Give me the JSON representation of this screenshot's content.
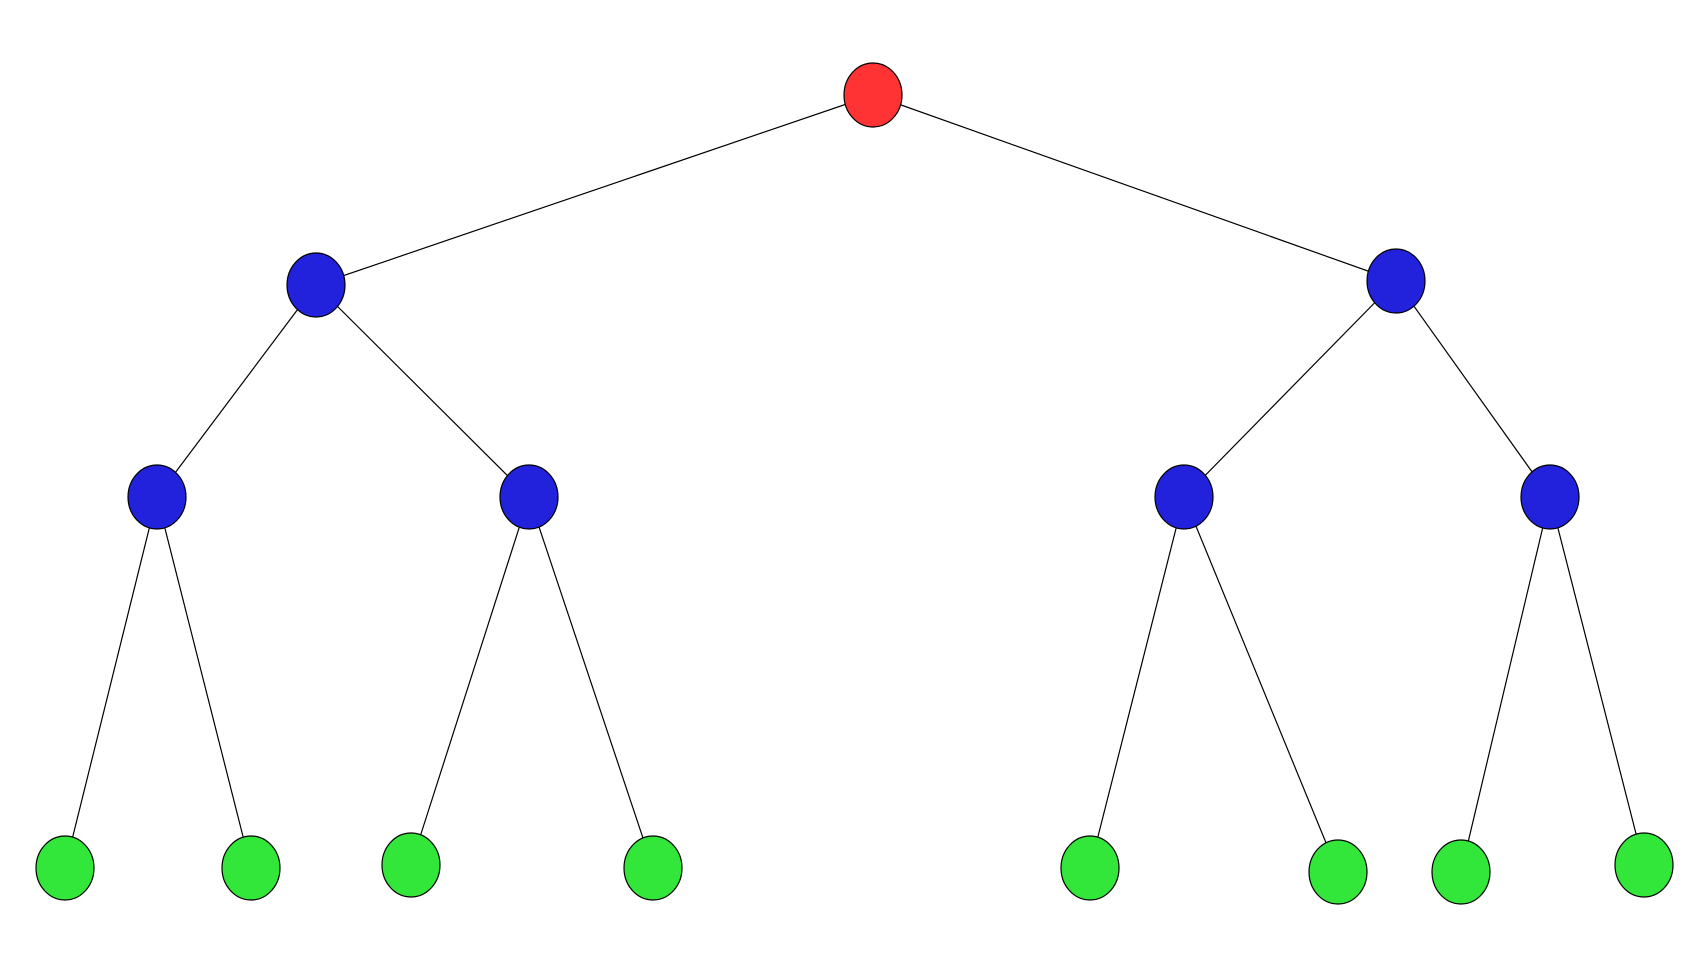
{
  "diagram": {
    "type": "binary-tree",
    "levels": 4,
    "colors": {
      "root": "#ff3333",
      "internal": "#2222dd",
      "leaf": "#33e63a",
      "edge": "#000000",
      "background": "#ffffff"
    },
    "nodes": [
      {
        "id": "root",
        "kind": "root"
      },
      {
        "id": "l1-left",
        "kind": "internal"
      },
      {
        "id": "l1-right",
        "kind": "internal"
      },
      {
        "id": "l2-a",
        "kind": "internal"
      },
      {
        "id": "l2-b",
        "kind": "internal"
      },
      {
        "id": "l2-c",
        "kind": "internal"
      },
      {
        "id": "l2-d",
        "kind": "internal"
      },
      {
        "id": "leaf-1",
        "kind": "leaf"
      },
      {
        "id": "leaf-2",
        "kind": "leaf"
      },
      {
        "id": "leaf-3",
        "kind": "leaf"
      },
      {
        "id": "leaf-4",
        "kind": "leaf"
      },
      {
        "id": "leaf-5",
        "kind": "leaf"
      },
      {
        "id": "leaf-6",
        "kind": "leaf"
      },
      {
        "id": "leaf-7",
        "kind": "leaf"
      },
      {
        "id": "leaf-8",
        "kind": "leaf"
      }
    ],
    "edges": [
      [
        "root",
        "l1-left"
      ],
      [
        "root",
        "l1-right"
      ],
      [
        "l1-left",
        "l2-a"
      ],
      [
        "l1-left",
        "l2-b"
      ],
      [
        "l1-right",
        "l2-c"
      ],
      [
        "l1-right",
        "l2-d"
      ],
      [
        "l2-a",
        "leaf-1"
      ],
      [
        "l2-a",
        "leaf-2"
      ],
      [
        "l2-b",
        "leaf-3"
      ],
      [
        "l2-b",
        "leaf-4"
      ],
      [
        "l2-c",
        "leaf-5"
      ],
      [
        "l2-c",
        "leaf-6"
      ],
      [
        "l2-d",
        "leaf-7"
      ],
      [
        "l2-d",
        "leaf-8"
      ]
    ]
  }
}
